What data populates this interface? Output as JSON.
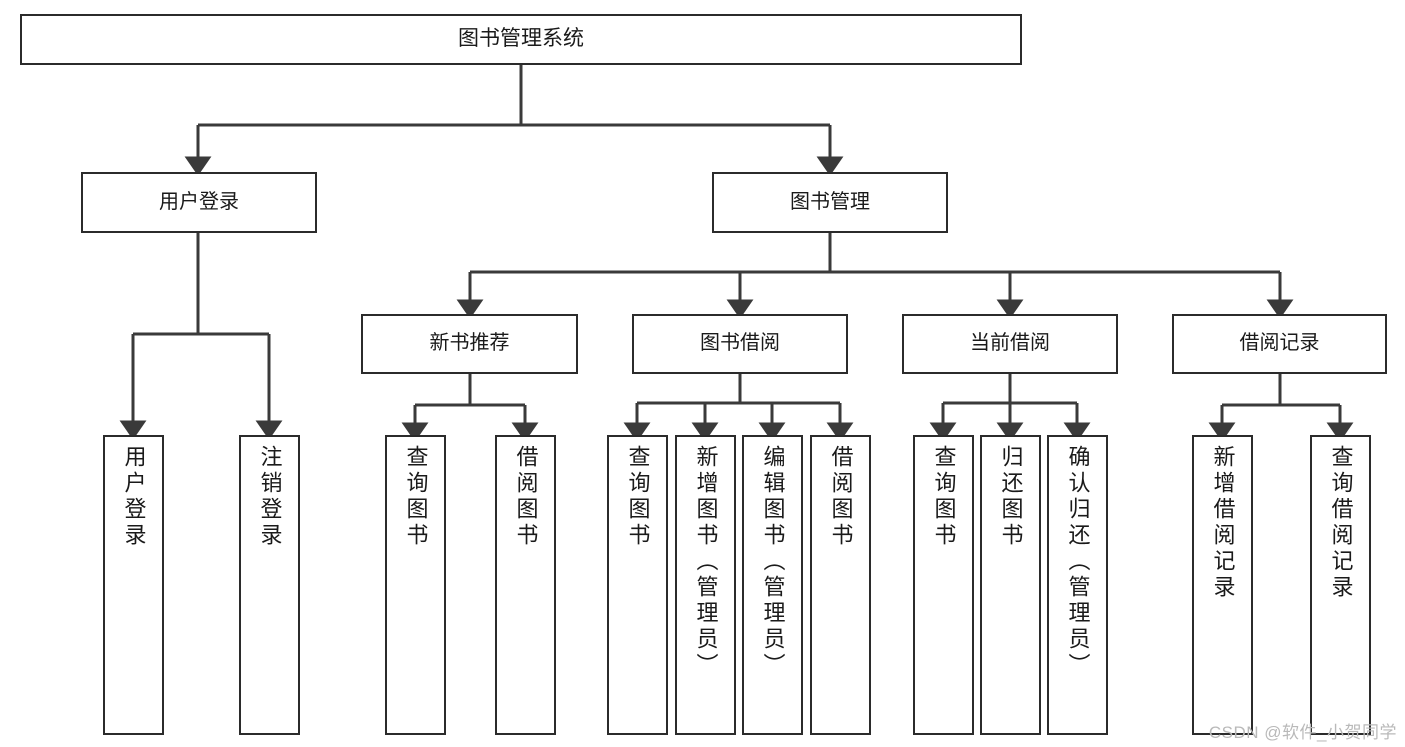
{
  "diagram": {
    "type": "tree",
    "title": "图书管理系统",
    "orientation": "top-down",
    "watermark": "CSDN @软件_小贺同学",
    "colors": {
      "box_border": "#2b2b2b",
      "box_fill": "#ffffff",
      "connector": "#3a3a3a",
      "text": "#1a1a1a",
      "watermark": "#b9b9b9"
    },
    "nodes": {
      "root": {
        "label": "图书管理系统"
      },
      "level1": [
        {
          "id": "user-login",
          "label": "用户登录"
        },
        {
          "id": "book-manage",
          "label": "图书管理"
        }
      ],
      "level2": [
        {
          "id": "new-book-rec",
          "label": "新书推荐"
        },
        {
          "id": "book-borrow",
          "label": "图书借阅"
        },
        {
          "id": "current-borrow",
          "label": "当前借阅"
        },
        {
          "id": "borrow-record",
          "label": "借阅记录"
        }
      ],
      "leaves": {
        "user_login": [
          {
            "id": "leaf-user-login",
            "label": "用户登录"
          },
          {
            "id": "leaf-logout",
            "label": "注销登录"
          }
        ],
        "new_book_rec": [
          {
            "id": "leaf-query-book-1",
            "label": "查询图书"
          },
          {
            "id": "leaf-borrow-book-1",
            "label": "借阅图书"
          }
        ],
        "book_borrow": [
          {
            "id": "leaf-query-book-2",
            "label": "查询图书"
          },
          {
            "id": "leaf-add-book",
            "label": "新增图书（管理员）"
          },
          {
            "id": "leaf-edit-book",
            "label": "编辑图书（管理员）"
          },
          {
            "id": "leaf-borrow-book-2",
            "label": "借阅图书"
          }
        ],
        "current_borrow": [
          {
            "id": "leaf-query-book-3",
            "label": "查询图书"
          },
          {
            "id": "leaf-return-book",
            "label": "归还图书"
          },
          {
            "id": "leaf-confirm-return",
            "label": "确认归还（管理员）"
          }
        ],
        "borrow_record": [
          {
            "id": "leaf-add-record",
            "label": "新增借阅记录"
          },
          {
            "id": "leaf-query-record",
            "label": "查询借阅记录"
          }
        ]
      }
    }
  }
}
